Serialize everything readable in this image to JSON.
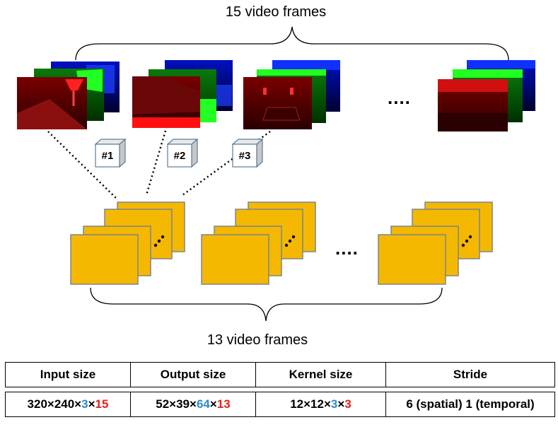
{
  "top_caption": "15 video frames",
  "bottom_caption": "13 video frames",
  "input_ellipsis": "....",
  "output_ellipsis": "....",
  "kernels": [
    "#1",
    "#2",
    "#3"
  ],
  "colors": {
    "feature_map": "#f5b800",
    "feature_map_border": "#7a8590",
    "kernel_face": "#ffffff",
    "kernel_side": "#c8c8c8",
    "kernel_border": "#5a7d9a",
    "channel_highlight": "#2e8bc9",
    "temporal_highlight": "#e8201a"
  },
  "table": {
    "headers": [
      "Input size",
      "Output size",
      "Kernel size",
      "Stride"
    ],
    "input_size": {
      "base": "320×240×",
      "channels": "3",
      "sep": "×",
      "frames": "15"
    },
    "output_size": {
      "base": "52×39×",
      "channels": "64",
      "sep": "×",
      "frames": "13"
    },
    "kernel_size": {
      "base": "12×12×",
      "channels": "3",
      "sep": "×",
      "frames": "3"
    },
    "stride": "6 (spatial) 1 (temporal)"
  }
}
